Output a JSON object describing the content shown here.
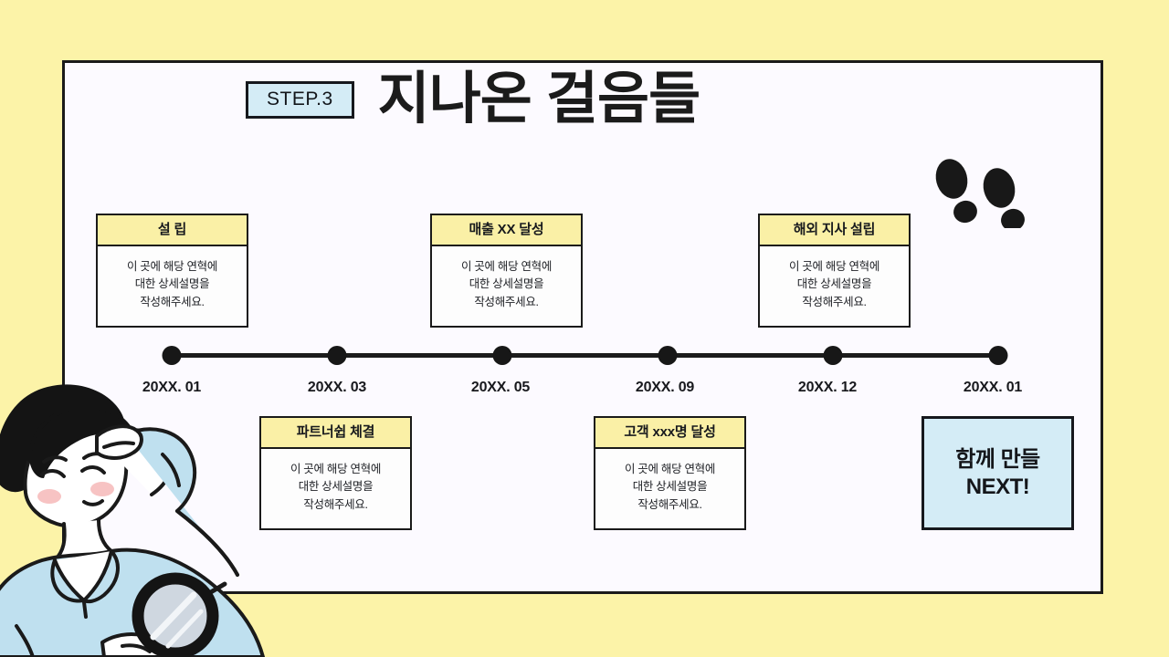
{
  "slide": {
    "background_color": "#fcf3a8",
    "panel_color": "#fcfaff",
    "accent_yellow": "#faf0a6",
    "accent_blue": "#d4ecf6",
    "line_color": "#1a1a1a"
  },
  "header": {
    "step_badge": "STEP.3",
    "title": "지나온 걸음들",
    "decoration_icon": "footprints-icon"
  },
  "timeline": {
    "points": [
      {
        "date": "20XX. 01"
      },
      {
        "date": "20XX. 03"
      },
      {
        "date": "20XX. 05"
      },
      {
        "date": "20XX. 09"
      },
      {
        "date": "20XX. 12"
      },
      {
        "date": "20XX. 01"
      }
    ]
  },
  "cards_top": [
    {
      "title": "설  립",
      "body_lines": [
        "이 곳에 해당 연혁에",
        "대한 상세설명을",
        "작성해주세요."
      ]
    },
    {
      "title": "매출 XX 달성",
      "body_lines": [
        "이 곳에 해당 연혁에",
        "대한 상세설명을",
        "작성해주세요."
      ]
    },
    {
      "title": "해외 지사 설립",
      "body_lines": [
        "이 곳에 해당 연혁에",
        "대한 상세설명을",
        "작성해주세요."
      ]
    }
  ],
  "cards_bottom": [
    {
      "title": "파트너쉽 체결",
      "body_lines": [
        "이 곳에 해당 연혁에",
        "대한 상세설명을",
        "작성해주세요."
      ]
    },
    {
      "title": "고객 xxx명 달성",
      "body_lines": [
        "이 곳에 해당 연혁에",
        "대한 상세설명을",
        "작성해주세요."
      ]
    }
  ],
  "next_box": {
    "line1": "함께 만들",
    "line2": "NEXT!"
  },
  "illustration": {
    "name": "person-looking-with-magnifier",
    "skin_color": "#ffffff",
    "shirt_color": "#bfe0ef",
    "hair_color": "#1a1a1a",
    "blush_color": "#f7c3c3",
    "lens_color": "#cfd7e0"
  }
}
